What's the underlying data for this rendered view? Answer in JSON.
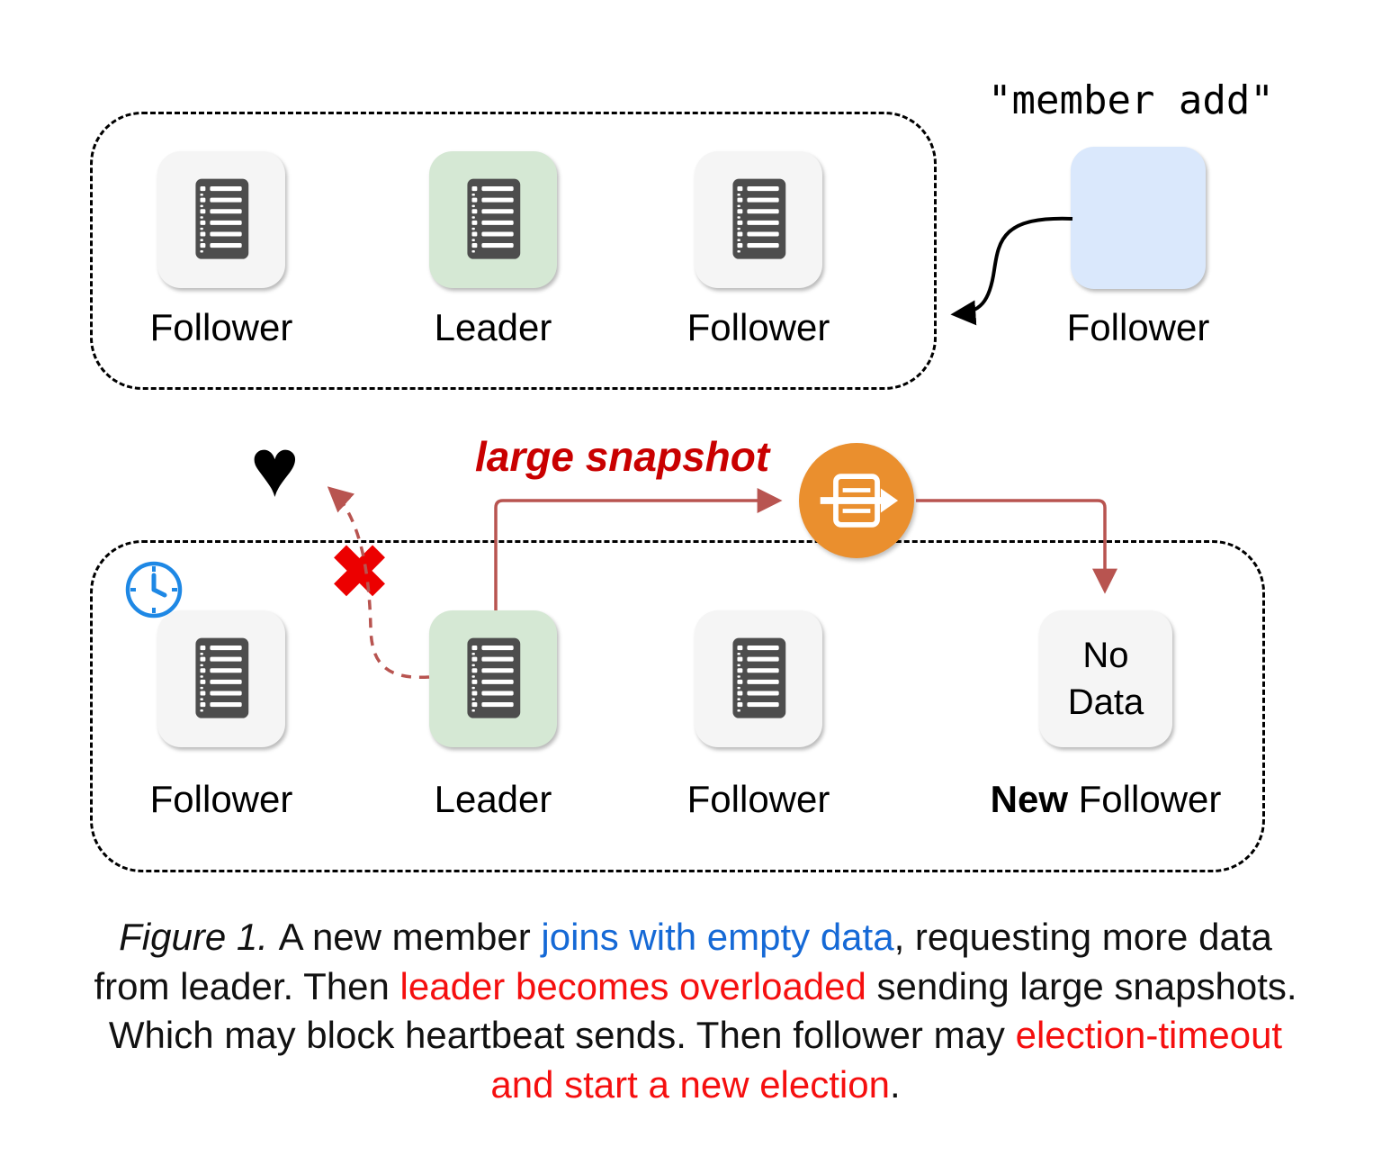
{
  "top_cluster": {
    "nodes": [
      {
        "label": "Follower"
      },
      {
        "label": "Leader"
      },
      {
        "label": "Follower"
      }
    ]
  },
  "member_add": {
    "command": "\"member add\"",
    "node_label": "Follower"
  },
  "bottom_cluster": {
    "nodes": [
      {
        "label": "Follower"
      },
      {
        "label": "Leader"
      },
      {
        "label": "Follower"
      }
    ],
    "new_node": {
      "box_text": "No Data",
      "label_bold": "New",
      "label_rest": " Follower"
    }
  },
  "annotations": {
    "large_snapshot_label": "large snapshot",
    "heart_glyph": "♥",
    "x_glyph": "✖"
  },
  "caption": {
    "segments": [
      {
        "text": "Figure 1. ",
        "style": "italic"
      },
      {
        "text": "A new member ",
        "style": "plain"
      },
      {
        "text": "joins with empty data",
        "style": "blue"
      },
      {
        "text": ", requesting more data from leader. Then ",
        "style": "plain"
      },
      {
        "text": "leader becomes overloaded",
        "style": "red"
      },
      {
        "text": " sending large snapshots. Which may block heartbeat sends. Then follower may ",
        "style": "plain"
      },
      {
        "text": "election-timeout and start a new election",
        "style": "red"
      },
      {
        "text": ".",
        "style": "plain"
      }
    ]
  },
  "colors": {
    "leader_bg": "#d5e8d4",
    "follower_bg": "#f5f5f5",
    "new_member_bg": "#dae8fc",
    "arrow_red": "#b85450",
    "accent_red": "#c90000",
    "x_red": "#ec0000",
    "caption_blue": "#1569d6",
    "caption_red": "#f50f0f",
    "orange_circle": "#ea8f2e",
    "clock_blue": "#1e88e5"
  }
}
